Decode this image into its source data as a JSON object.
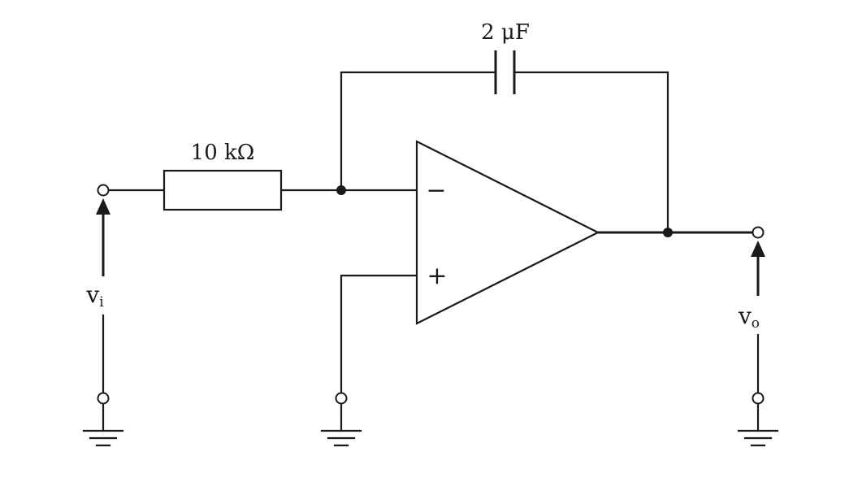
{
  "components": {
    "capacitor_label": "2 μF",
    "resistor_label": "10 kΩ"
  },
  "opamp": {
    "inverting_symbol": "−",
    "noninverting_symbol": "+"
  },
  "signals": {
    "input": {
      "base": "v",
      "sub": "i"
    },
    "output": {
      "base": "v",
      "sub": "o"
    }
  },
  "colors": {
    "ink": "#1a1a1a",
    "background": "#ffffff"
  }
}
